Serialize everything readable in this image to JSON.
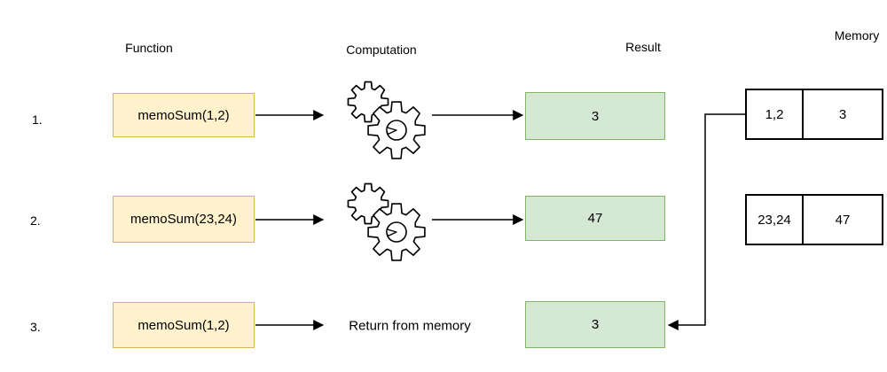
{
  "headers": {
    "function": "Function",
    "computation": "Computation",
    "result": "Result",
    "memory": "Memory"
  },
  "rows": [
    {
      "num": "1.",
      "call": "memoSum(1,2)",
      "computation": "gears-icon",
      "result": "3"
    },
    {
      "num": "2.",
      "call": "memoSum(23,24)",
      "computation": "gears-icon",
      "result": "47"
    },
    {
      "num": "3.",
      "call": "memoSum(1,2)",
      "computation": "Return from memory",
      "result": "3"
    }
  ],
  "memory": {
    "rows": [
      {
        "args": "1,2",
        "value": "3"
      },
      {
        "args": "23,24",
        "value": "47"
      }
    ]
  },
  "colors": {
    "background": "#FFFFFF",
    "function_box_fill": "#FFF2CC",
    "function_box_border": "#D6B656",
    "result_box_fill": "#D5E8D4",
    "result_box_border": "#82B366",
    "connector": "#000000"
  }
}
